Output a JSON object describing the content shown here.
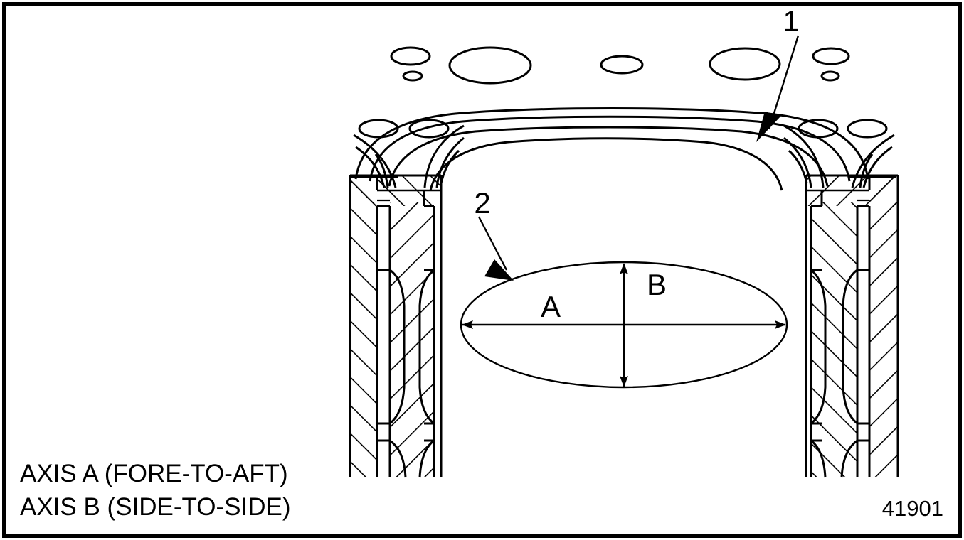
{
  "figure": {
    "border_color": "#000000",
    "background_color": "#ffffff",
    "line_color": "#000000",
    "figure_number": "41901",
    "title_lines": [
      "AXIS A (FORE-TO-AFT)",
      "AXIS B (SIDE-TO-SIDE)"
    ],
    "caption_line_1": "AXIS A (FORE-TO-AFT)",
    "caption_line_2": "AXIS B (SIDE-TO-SIDE)"
  },
  "callouts": [
    {
      "id": "1",
      "label": "1",
      "description": "cylinder head / gasket seal ring at top of bore"
    },
    {
      "id": "2",
      "label": "2",
      "description": "cylinder bore measurement ellipse"
    }
  ],
  "callout_1": {
    "label": "1"
  },
  "callout_2": {
    "label": "2"
  },
  "measurements": [
    {
      "id": "A",
      "label": "A",
      "axis": "fore-to-aft",
      "orientation": "horizontal"
    },
    {
      "id": "B",
      "label": "B",
      "axis": "side-to-side",
      "orientation": "vertical"
    }
  ],
  "axis_a": {
    "label": "A"
  },
  "axis_b": {
    "label": "B"
  },
  "icons": {
    "arrowhead": "arrow-head-icon",
    "leader_line": "leader-line-icon",
    "hatching": "section-hatch-icon"
  }
}
